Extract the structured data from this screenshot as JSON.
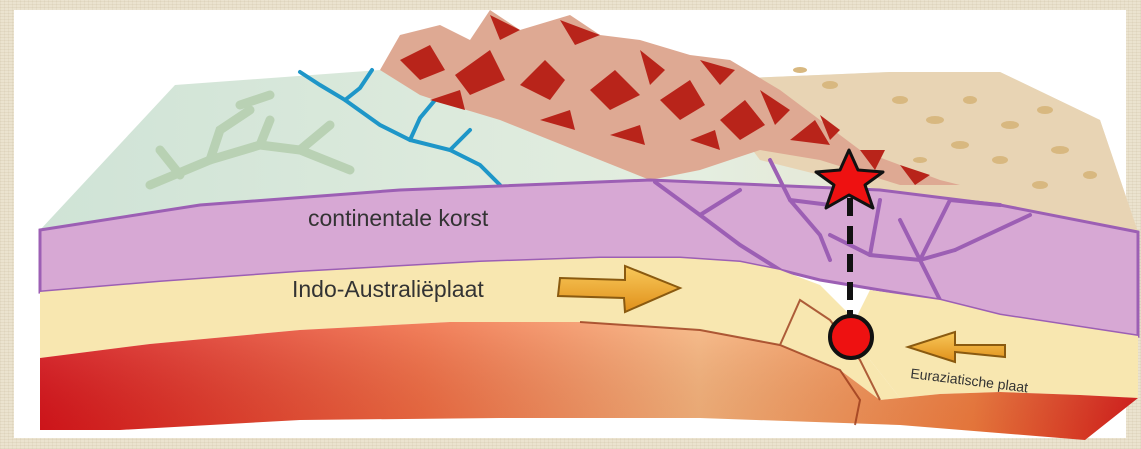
{
  "labels": {
    "crust": "continentale korst",
    "indo_plate": "Indo-Australiëplaat",
    "eurasian_plate": "Euraziatische plaat"
  },
  "colors": {
    "crust": "#d8a9d6",
    "crust_edge": "#9c5fb4",
    "plate": "#f8e7b0",
    "mantle_hot": "#e0201a",
    "mantle_warm": "#f3a864",
    "arrow": "#f0a020",
    "mountains": "#dba98f",
    "mountain_rock": "#b9271a",
    "river": "#1e96c8",
    "land_green": "#d8e8d8",
    "epicenter": "#ee1111",
    "hypocenter": "#ee1111"
  },
  "markers": {
    "epicenter": "star",
    "hypocenter": "circle",
    "link": "dashed-line"
  }
}
